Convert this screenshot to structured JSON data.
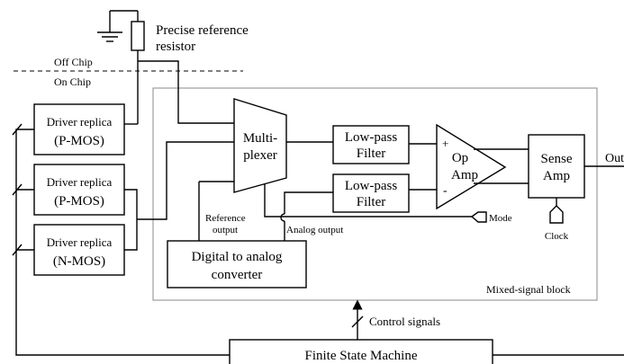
{
  "labels": {
    "resistor": [
      "Precise reference",
      "resistor"
    ],
    "off_chip": "Off Chip",
    "on_chip": "On Chip",
    "driver1": [
      "Driver replica",
      "(P-MOS)"
    ],
    "driver2": [
      "Driver replica",
      "(P-MOS)"
    ],
    "driver3": [
      "Driver replica",
      "(N-MOS)"
    ],
    "mux": [
      "Multi-",
      "plexer"
    ],
    "lpf1": [
      "Low-pass",
      "Filter"
    ],
    "lpf2": [
      "Low-pass",
      "Filter"
    ],
    "opamp": [
      "Op",
      "Amp"
    ],
    "opamp_plus": "+",
    "opamp_minus": "-",
    "sense": [
      "Sense",
      "Amp"
    ],
    "output": "Out",
    "clock": "Clock",
    "mode": "Mode",
    "reference_output": [
      "Reference",
      "output"
    ],
    "analog_output": "Analog output",
    "dac": [
      "Digital to analog",
      "converter"
    ],
    "mixed_block": "Mixed-signal block",
    "control_signals": "Control signals",
    "fsm": "Finite State Machine"
  }
}
